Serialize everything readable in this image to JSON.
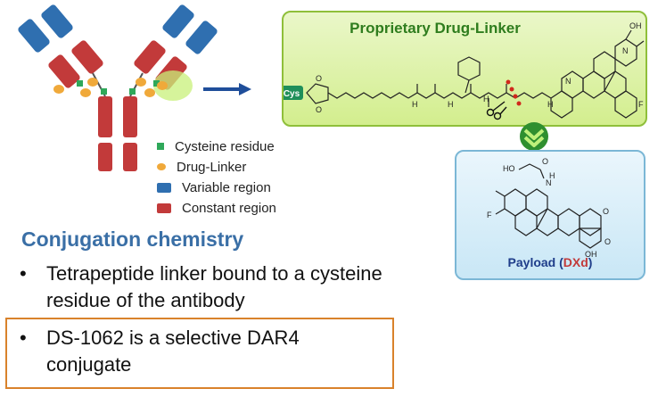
{
  "legend": {
    "items": [
      {
        "label": "Cysteine residue",
        "color": "#2fa85a"
      },
      {
        "label": "Drug-Linker",
        "color": "#f0a93a"
      },
      {
        "label": "Variable region",
        "color": "#2f6fb0"
      },
      {
        "label": "Constant region",
        "color": "#c23a3a"
      }
    ]
  },
  "linker_panel": {
    "title": "Proprietary Drug-Linker",
    "cys_label": "Cys",
    "atom_labels": [
      "O",
      "O",
      "OH",
      "N",
      "N",
      "F",
      "H",
      "H",
      "H",
      "H"
    ]
  },
  "payload_panel": {
    "caption_prefix": "Payload (",
    "caption_highlight": "DXd",
    "caption_suffix": ")",
    "atom_labels": [
      "HO",
      "O",
      "N",
      "F",
      "O",
      "OH",
      "O",
      "H"
    ]
  },
  "section": {
    "heading": "Conjugation chemistry",
    "bullets": [
      {
        "text": "Tetrapeptide linker bound to a cysteine residue of the antibody"
      },
      {
        "text": "DS-1062 is a selective DAR4 conjugate"
      }
    ],
    "bullet_marker": "•"
  },
  "colors": {
    "variable_region": "#2f6fb0",
    "constant_region": "#c23a3a",
    "cysteine": "#2fa85a",
    "drug_linker": "#f0a93a",
    "highlight": "#d9822b",
    "heading": "#3a6fa6",
    "arrow": "#1f4e9a"
  }
}
